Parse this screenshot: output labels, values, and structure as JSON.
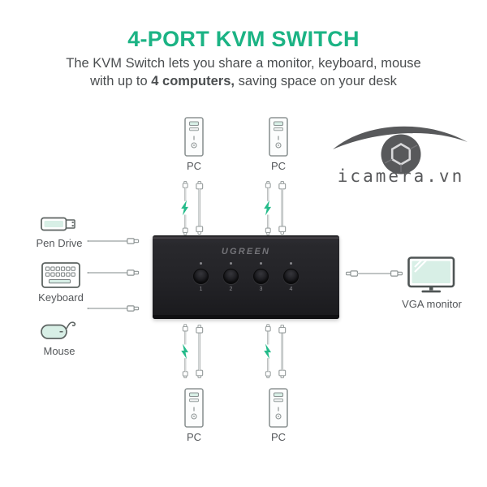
{
  "header": {
    "title": "4-PORT KVM SWITCH",
    "subtitle_line1": "The KVM Switch lets you share a monitor, keyboard, mouse",
    "subtitle_line2": {
      "prefix": "with up to ",
      "bold": "4 computers,",
      "suffix": " saving space on your desk"
    }
  },
  "devices": {
    "pc_labels": [
      "PC",
      "PC",
      "PC",
      "PC"
    ],
    "pen_drive_label": "Pen Drive",
    "keyboard_label": "Keyboard",
    "mouse_label": "Mouse",
    "monitor_label": "VGA monitor"
  },
  "kvm_switch": {
    "brand": "UGREEN",
    "port_buttons": [
      "1",
      "2",
      "3",
      "4"
    ]
  },
  "watermark": {
    "text": "icamera.vn"
  },
  "colors": {
    "accent_green": "#1bb384",
    "lightning_green": "#25bb8a",
    "mint_fill": "#d8efe6",
    "outline_gray": "#8d9494",
    "device_outline": "#5d6462",
    "text_dark": "#4b4e50",
    "watermark_gray": "#58595b",
    "switch_body": "#222226"
  }
}
